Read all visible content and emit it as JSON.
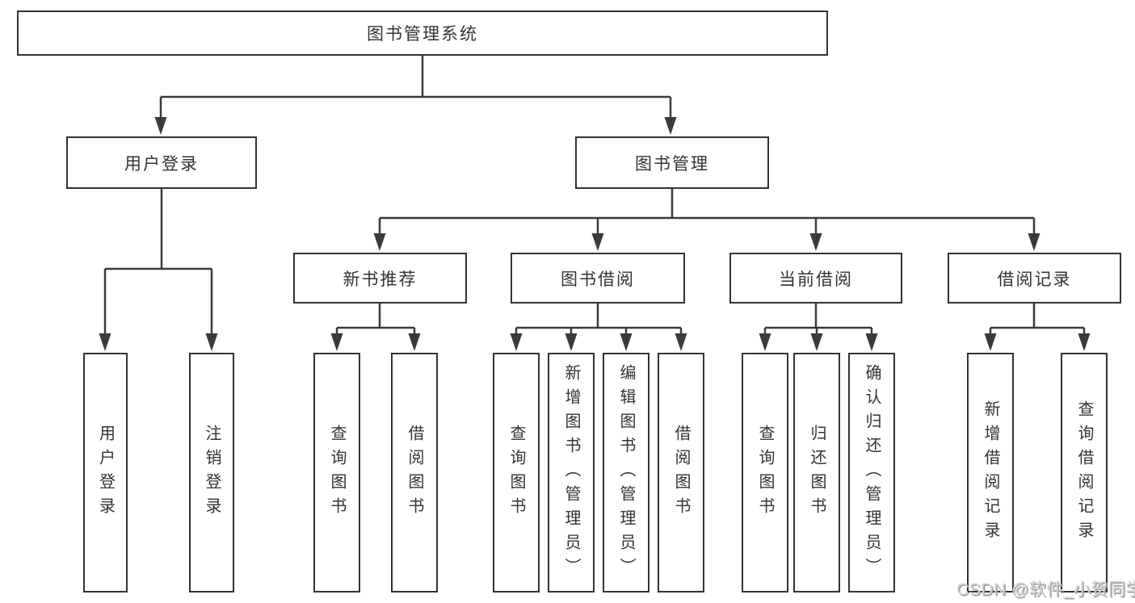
{
  "colors": {
    "line": "#3a3a3a",
    "box_border": "#333333",
    "text": "#333333",
    "background": "#ffffff",
    "watermark_text": "#d4d4d4"
  },
  "watermark": {
    "text": "CSDN @软件_小贺同学"
  },
  "tree": {
    "root": {
      "label": "图书管理系统"
    },
    "branches": [
      {
        "label": "用户登录",
        "children": [
          {
            "label": "用户登录"
          },
          {
            "label": "注销登录"
          }
        ]
      },
      {
        "label": "图书管理",
        "children": [
          {
            "label": "新书推荐",
            "children": [
              {
                "label": "查询图书"
              },
              {
                "label": "借阅图书"
              }
            ]
          },
          {
            "label": "图书借阅",
            "children": [
              {
                "label": "查询图书"
              },
              {
                "label": "新增图书（管理员）"
              },
              {
                "label": "编辑图书（管理员）"
              },
              {
                "label": "借阅图书"
              }
            ]
          },
          {
            "label": "当前借阅",
            "children": [
              {
                "label": "查询图书"
              },
              {
                "label": "归还图书"
              },
              {
                "label": "确认归还（管理员）"
              }
            ]
          },
          {
            "label": "借阅记录",
            "children": [
              {
                "label": "新增借阅记录"
              },
              {
                "label": "查询借阅记录"
              }
            ]
          }
        ]
      }
    ]
  }
}
